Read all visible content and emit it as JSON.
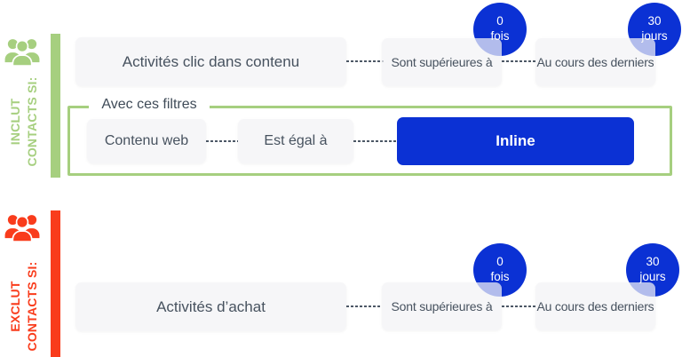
{
  "colors": {
    "include_accent": "#a6cf7f",
    "exclude_accent": "#f93c1c",
    "value_blue": "#0b31d4",
    "node_background": "#f2f3f5",
    "node_text": "#47525f",
    "connector": "#4d5866"
  },
  "icons": {
    "include": "group-people-icon",
    "exclude": "group-people-icon"
  },
  "include": {
    "label_line1": "INCLUT",
    "label_line2": "CONTACTS SI:",
    "rule": {
      "activity": "Activités clic dans contenu",
      "operator": "Sont supérieures à",
      "count_value": "0",
      "count_unit": "fois",
      "window": "Au cours des derniers",
      "window_value": "30",
      "window_unit": "jours"
    },
    "filters": {
      "label": "Avec ces filtres",
      "field": "Contenu web",
      "operator": "Est égal à",
      "value": "Inline"
    }
  },
  "exclude": {
    "label_line1": "EXCLUT",
    "label_line2": "CONTACTS SI:",
    "rule": {
      "activity": "Activités d’achat",
      "operator": "Sont supérieures à",
      "count_value": "0",
      "count_unit": "fois",
      "window": "Au cours des derniers",
      "window_value": "30",
      "window_unit": "jours"
    }
  }
}
